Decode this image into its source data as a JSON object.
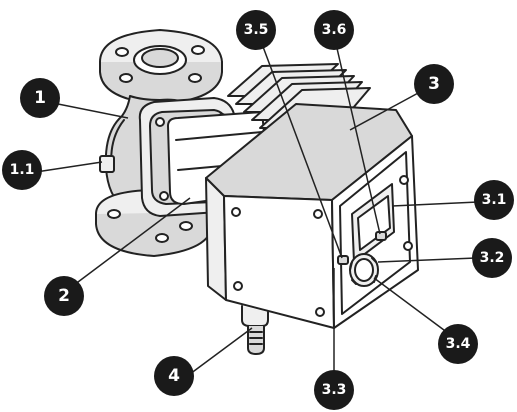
{
  "colors": {
    "background": "#ffffff",
    "line": "#222222",
    "shade": "#d9d9d9",
    "light_shade": "#efefef",
    "callout_fill": "#1a1a1a",
    "callout_text": "#ffffff"
  },
  "callouts": [
    {
      "id": "1",
      "label": "1"
    },
    {
      "id": "1_1",
      "label": "1.1"
    },
    {
      "id": "2",
      "label": "2"
    },
    {
      "id": "3",
      "label": "3"
    },
    {
      "id": "3_1",
      "label": "3.1"
    },
    {
      "id": "3_2",
      "label": "3.2"
    },
    {
      "id": "3_3",
      "label": "3.3"
    },
    {
      "id": "3_4",
      "label": "3.4"
    },
    {
      "id": "3_5",
      "label": "3.5"
    },
    {
      "id": "3_6",
      "label": "3.6"
    },
    {
      "id": "4",
      "label": "4"
    }
  ]
}
